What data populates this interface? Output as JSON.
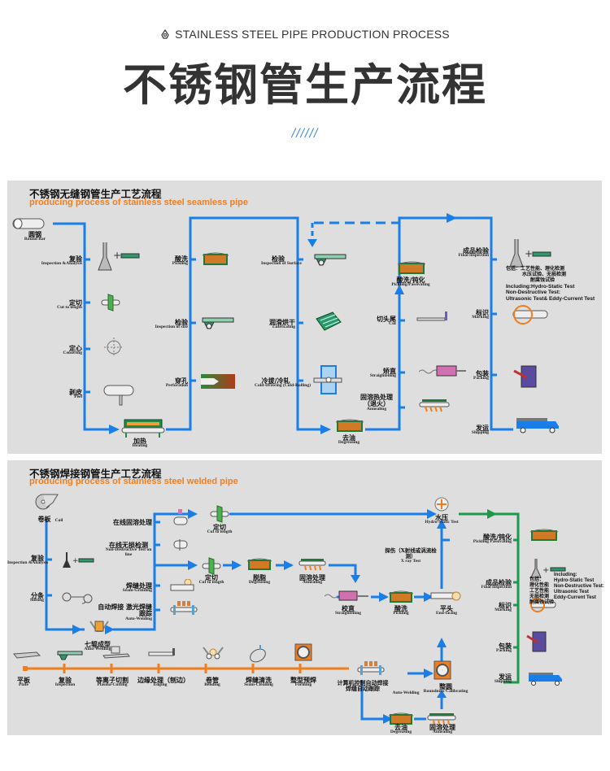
{
  "header": {
    "icon": "recycle-leaf-icon",
    "subtitle": "STAINLESS STEEL PIPE PRODUCTION PROCESS",
    "title": "不锈钢管生产流程",
    "decoration": "//////"
  },
  "colors": {
    "flow_blue": "#1a7ee8",
    "flow_orange": "#f07e1e",
    "flow_green": "#1a9a4a",
    "panel_bg": "#dedede",
    "title_text": "#333333",
    "subtitle_orange": "#f07e1e"
  },
  "seamless": {
    "title_cn": "不锈钢无缝钢管生产工艺流程",
    "title_en": "producing process of stainless steel seamless pipe",
    "steps": [
      {
        "cn": "圆钢",
        "en": "Round Bar",
        "icon": "round-bar-icon"
      },
      {
        "cn": "复验",
        "en": "Inspection &Analysis",
        "icon": "flask-caliper-icon"
      },
      {
        "cn": "定切",
        "en": "Cut to length",
        "icon": "cutter-icon"
      },
      {
        "cn": "定心",
        "en": "Centering",
        "icon": "crosshair-icon"
      },
      {
        "cn": "剥皮",
        "en": "Peel",
        "icon": "peeling-icon"
      },
      {
        "cn": "加热",
        "en": "Heating",
        "icon": "furnace-icon"
      },
      {
        "cn": "穿孔",
        "en": "Perforation",
        "icon": "piercing-icon"
      },
      {
        "cn": "检验",
        "en": "Inspection of size",
        "icon": "caliper-icon"
      },
      {
        "cn": "酸洗",
        "en": "Pickling",
        "icon": "pickling-tank-icon"
      },
      {
        "cn": "检验",
        "en": "Inspection of Surface",
        "icon": "caliper-icon"
      },
      {
        "cn": "润滑烘干",
        "en": "Lubricating",
        "icon": "drying-rack-icon"
      },
      {
        "cn": "冷拔/冷轧",
        "en": "Cold-Drawing (Cold-Rolling)",
        "icon": "cold-drawing-icon"
      },
      {
        "cn": "去油",
        "en": "Degreasing",
        "icon": "degreasing-tank-icon"
      },
      {
        "cn": "固溶热处理（退火）",
        "en": "Annealing",
        "icon": "annealing-icon"
      },
      {
        "cn": "矫直",
        "en": "Straightening",
        "icon": "straightener-icon"
      },
      {
        "cn": "切头尾",
        "en": "Cut",
        "icon": "cut-end-icon"
      },
      {
        "cn": "酸洗/钝化",
        "en": "Pickling/Passivating",
        "icon": "pickling-tank-icon"
      },
      {
        "cn": "成品检验",
        "en": "Final inspection",
        "icon": "flask-caliper-icon"
      },
      {
        "cn": "标识",
        "en": "Marking",
        "icon": "marking-icon"
      },
      {
        "cn": "包装",
        "en": "Packing",
        "icon": "packing-icon"
      },
      {
        "cn": "发运",
        "en": "Shipping",
        "icon": "truck-icon"
      }
    ],
    "final_note": {
      "cn_lines": [
        "包括：工艺性能、理化检测",
        "水压试验、无损检测",
        "耐腐蚀试验"
      ],
      "en_lines": [
        "Including:Hydro-Static Test",
        "Non-Destructive Test:",
        "Ultrasonic Test& Eddy-Current Test"
      ]
    }
  },
  "welded": {
    "title_cn": "不锈钢焊接钢管生产工艺流程",
    "title_en": "producing process of stainless steel welded pipe",
    "steps": [
      {
        "cn": "卷板",
        "en": "Coil",
        "icon": "coil-icon"
      },
      {
        "cn": "复验",
        "en": "Inspection &Analysis",
        "icon": "flask-caliper-icon"
      },
      {
        "cn": "分条",
        "en": "Slitting",
        "icon": "slitting-icon"
      },
      {
        "cn": "七辊成型",
        "en": "Auto-Welding",
        "icon": "roller-forming-icon"
      },
      {
        "cn": "自动焊接 激光焊缝跟踪",
        "en": "Auto-Welding",
        "icon": "welding-icon"
      },
      {
        "cn": "焊缝处理",
        "en": "Seam-Grinding",
        "icon": "grinding-icon"
      },
      {
        "cn": "在线无损检测",
        "en": "Non-Destructive Test on line",
        "icon": "ndt-icon"
      },
      {
        "cn": "在线固溶处理",
        "en": "",
        "icon": "induction-icon"
      },
      {
        "cn": "定切",
        "en": "Cut to length",
        "icon": "cutter-icon"
      },
      {
        "cn": "定切",
        "en": "Cut to length",
        "icon": "cutter-icon"
      },
      {
        "cn": "脱脂",
        "en": "Degreasing",
        "icon": "degreasing-tank-icon"
      },
      {
        "cn": "固溶处理",
        "en": "Annealing",
        "icon": "annealing-icon"
      },
      {
        "cn": "校直",
        "en": "Straightening",
        "icon": "straightener-icon"
      },
      {
        "cn": "酸洗",
        "en": "Pickling",
        "icon": "pickling-tank-icon"
      },
      {
        "cn": "平头",
        "en": "End-facing",
        "icon": "end-facing-icon"
      },
      {
        "cn": "探伤（X射线或涡流检测）",
        "en": "X ray Test",
        "icon": ""
      },
      {
        "cn": "水压",
        "en": "Hydro-Static Test",
        "icon": "pressure-gauge-icon"
      },
      {
        "cn": "酸洗/钝化",
        "en": "Pickling Passivating",
        "icon": "pickling-tank-icon"
      },
      {
        "cn": "成品检验",
        "en": "Final inspection",
        "icon": "flask-caliper-icon"
      },
      {
        "cn": "标识",
        "en": "Marking",
        "icon": "marking-icon"
      },
      {
        "cn": "包装",
        "en": "Packing",
        "icon": "packing-icon"
      },
      {
        "cn": "发运",
        "en": "Shipping",
        "icon": "truck-icon"
      },
      {
        "cn": "平板",
        "en": "Plate",
        "icon": "plate-icon"
      },
      {
        "cn": "复验",
        "en": "Inspection",
        "icon": "caliper-icon"
      },
      {
        "cn": "等离子切割",
        "en": "Plasma-Cutting",
        "icon": "plasma-cutter-icon"
      },
      {
        "cn": "边缘处理（刨边）",
        "en": "Edging",
        "icon": "edging-icon"
      },
      {
        "cn": "卷管",
        "en": "Bending",
        "icon": "bending-icon"
      },
      {
        "cn": "焊缝清洗",
        "en": "Seam-Cleaning",
        "icon": "seam-cleaning-icon"
      },
      {
        "cn": "整型预焊",
        "en": "Forming",
        "icon": "forming-icon"
      },
      {
        "cn": "计算机控制自动焊接 焊缝自动跟踪",
        "en": "Auto-Welding",
        "icon": "welding-icon"
      },
      {
        "cn": "整圆",
        "en": "Roundness-Calibrating",
        "icon": "calibrating-icon"
      },
      {
        "cn": "去油",
        "en": "Degreasing",
        "icon": "degreasing-tank-icon"
      },
      {
        "cn": "固溶处理",
        "en": "Annealing",
        "icon": "annealing-icon"
      }
    ],
    "final_note": {
      "cn_lines": [
        "包括：",
        "理化性能",
        "工艺性能",
        "无损检测",
        "耐腐蚀试验"
      ],
      "en_lines": [
        "Including:",
        "Hydro-Static Test",
        "Non-Destructive Test:",
        "Ultrasonic Test",
        "Eddy-Current Test"
      ]
    }
  }
}
